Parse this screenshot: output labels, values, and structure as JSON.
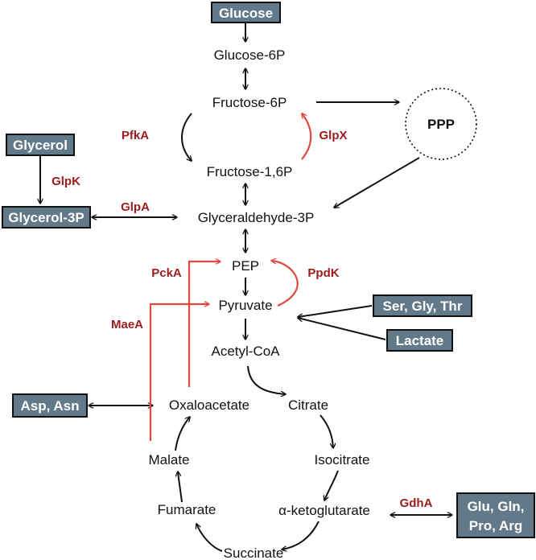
{
  "colors": {
    "box_fill": "#62798a",
    "box_text": "#ffffff",
    "enzyme_text": "#9b1c1c",
    "black_arrow": "#111111",
    "red_arrow": "#e0483c"
  },
  "substrates": {
    "glucose": "Glucose",
    "glycerol": "Glycerol",
    "glycerol3p": "Glycerol-3P",
    "ser_gly_thr": "Ser, Gly, Thr",
    "lactate": "Lactate",
    "asp_asn": "Asp, Asn",
    "glu_gln_line1": "Glu, Gln,",
    "glu_gln_line2": "Pro, Arg"
  },
  "metabolites": {
    "glucose6p": "Glucose-6P",
    "fructose6p": "Fructose-6P",
    "fructose16p": "Fructose-1,6P",
    "glyceraldehyde3p": "Glyceraldehyde-3P",
    "pep": "PEP",
    "pyruvate": "Pyruvate",
    "acetylcoa": "Acetyl-CoA",
    "oxaloacetate": "Oxaloacetate",
    "citrate": "Citrate",
    "isocitrate": "Isocitrate",
    "akg": "α-ketoglutarate",
    "succinate": "Succinate",
    "fumarate": "Fumarate",
    "malate": "Malate"
  },
  "pathway": {
    "ppp": "PPP"
  },
  "enzymes": {
    "pfka": "PfkA",
    "glpx": "GlpX",
    "glpk": "GlpK",
    "glpa": "GlpA",
    "pcka": "PckA",
    "ppdk": "PpdK",
    "maea": "MaeA",
    "gdha": "GdhA"
  }
}
